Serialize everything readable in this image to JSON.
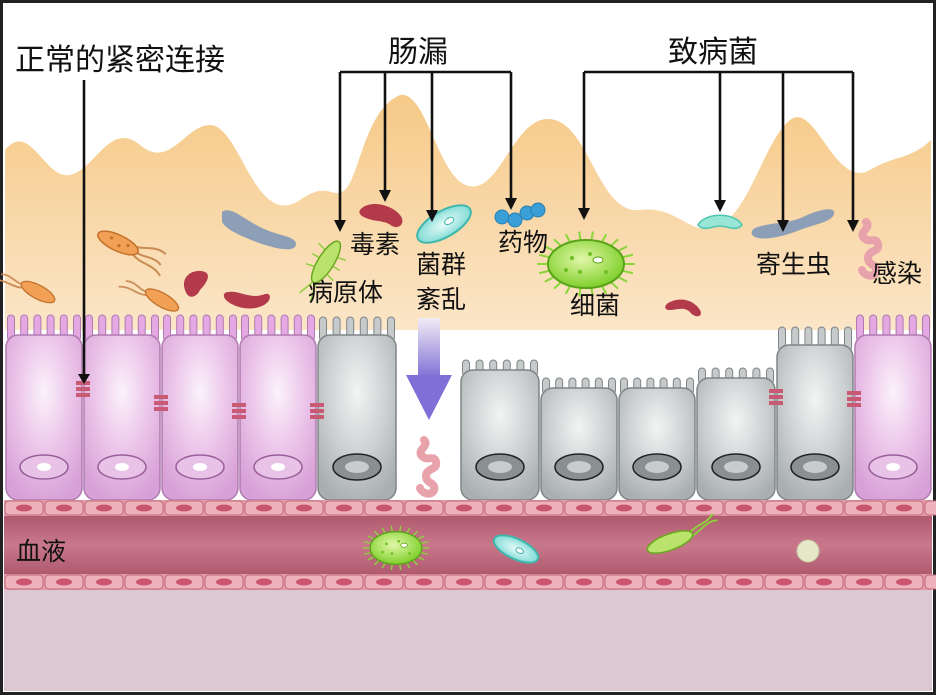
{
  "labels": {
    "tight_junction": "正常的紧密连接",
    "leaky_gut": "肠漏",
    "pathogens": "致病菌",
    "toxins": "毒素",
    "dysbiosis_1": "菌群",
    "dysbiosis_2": "紊乱",
    "drugs": "药物",
    "pathogen_body": "病原体",
    "bacteria": "细菌",
    "parasites": "寄生虫",
    "infection": "感染",
    "blood": "血液"
  },
  "colors": {
    "mucus": "#f7cf90",
    "healthy_cell": "#e9b9e6",
    "damaged_cell": "#c4c7c9",
    "vessel": "#b45b6e",
    "bottom": "#dcc8d2",
    "arrow": "#8877d6"
  },
  "icons": [
    "bacillus-icon",
    "red-blood-cell-icon",
    "paramecium-icon",
    "spirochete-icon",
    "worm-icon",
    "drug-molecule-icon",
    "virus-icon"
  ]
}
